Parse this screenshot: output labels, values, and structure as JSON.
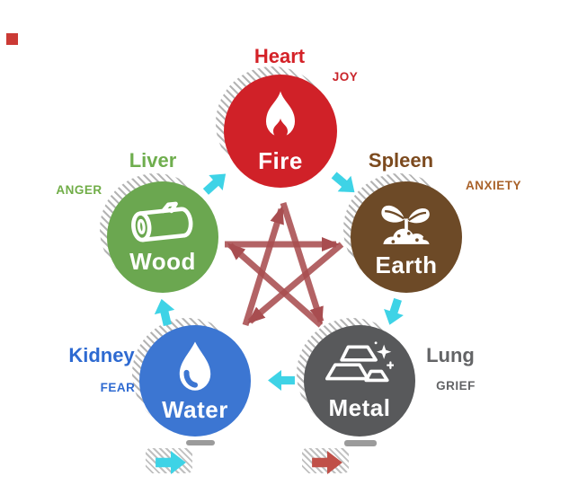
{
  "diagram": {
    "type": "five-elements-cycle",
    "elements": [
      {
        "name": "Fire",
        "organ": "Heart",
        "emotion": "JOY",
        "circle_color": "#d02128",
        "icon": "flame-icon"
      },
      {
        "name": "Earth",
        "organ": "Spleen",
        "emotion": "ANXIETY",
        "circle_color": "#6d4a27",
        "icon": "sprout-icon"
      },
      {
        "name": "Metal",
        "organ": "Lung",
        "emotion": "GRIEF",
        "circle_color": "#58595b",
        "icon": "ingots-icon"
      },
      {
        "name": "Water",
        "organ": "Kidney",
        "emotion": "FEAR",
        "circle_color": "#3c76d2",
        "icon": "droplet-icon"
      },
      {
        "name": "Wood",
        "organ": "Liver",
        "emotion": "ANGER",
        "circle_color": "#6ba750",
        "icon": "log-icon"
      }
    ],
    "cycles": {
      "generating": {
        "color": "#3ed3e6",
        "path": [
          "Wood→Fire",
          "Fire→Earth",
          "Earth→Metal",
          "Metal→Water",
          "Water→Wood"
        ]
      },
      "controlling": {
        "color": "#a84d50",
        "shape": "pentagram",
        "path": [
          "Fire→Metal",
          "Metal→Wood",
          "Wood→Earth",
          "Earth→Water",
          "Water→Fire"
        ]
      }
    },
    "text_colors": {
      "heart": "#d42127",
      "joy": "#c9252b",
      "spleen": "#7c4a1e",
      "anxiety": "#a9622a",
      "liver": "#6fae4e",
      "anger": "#70ad47",
      "kidney": "#2e6ad1",
      "fear": "#2e6ad1",
      "lung": "#636466",
      "grief": "#636466"
    }
  }
}
